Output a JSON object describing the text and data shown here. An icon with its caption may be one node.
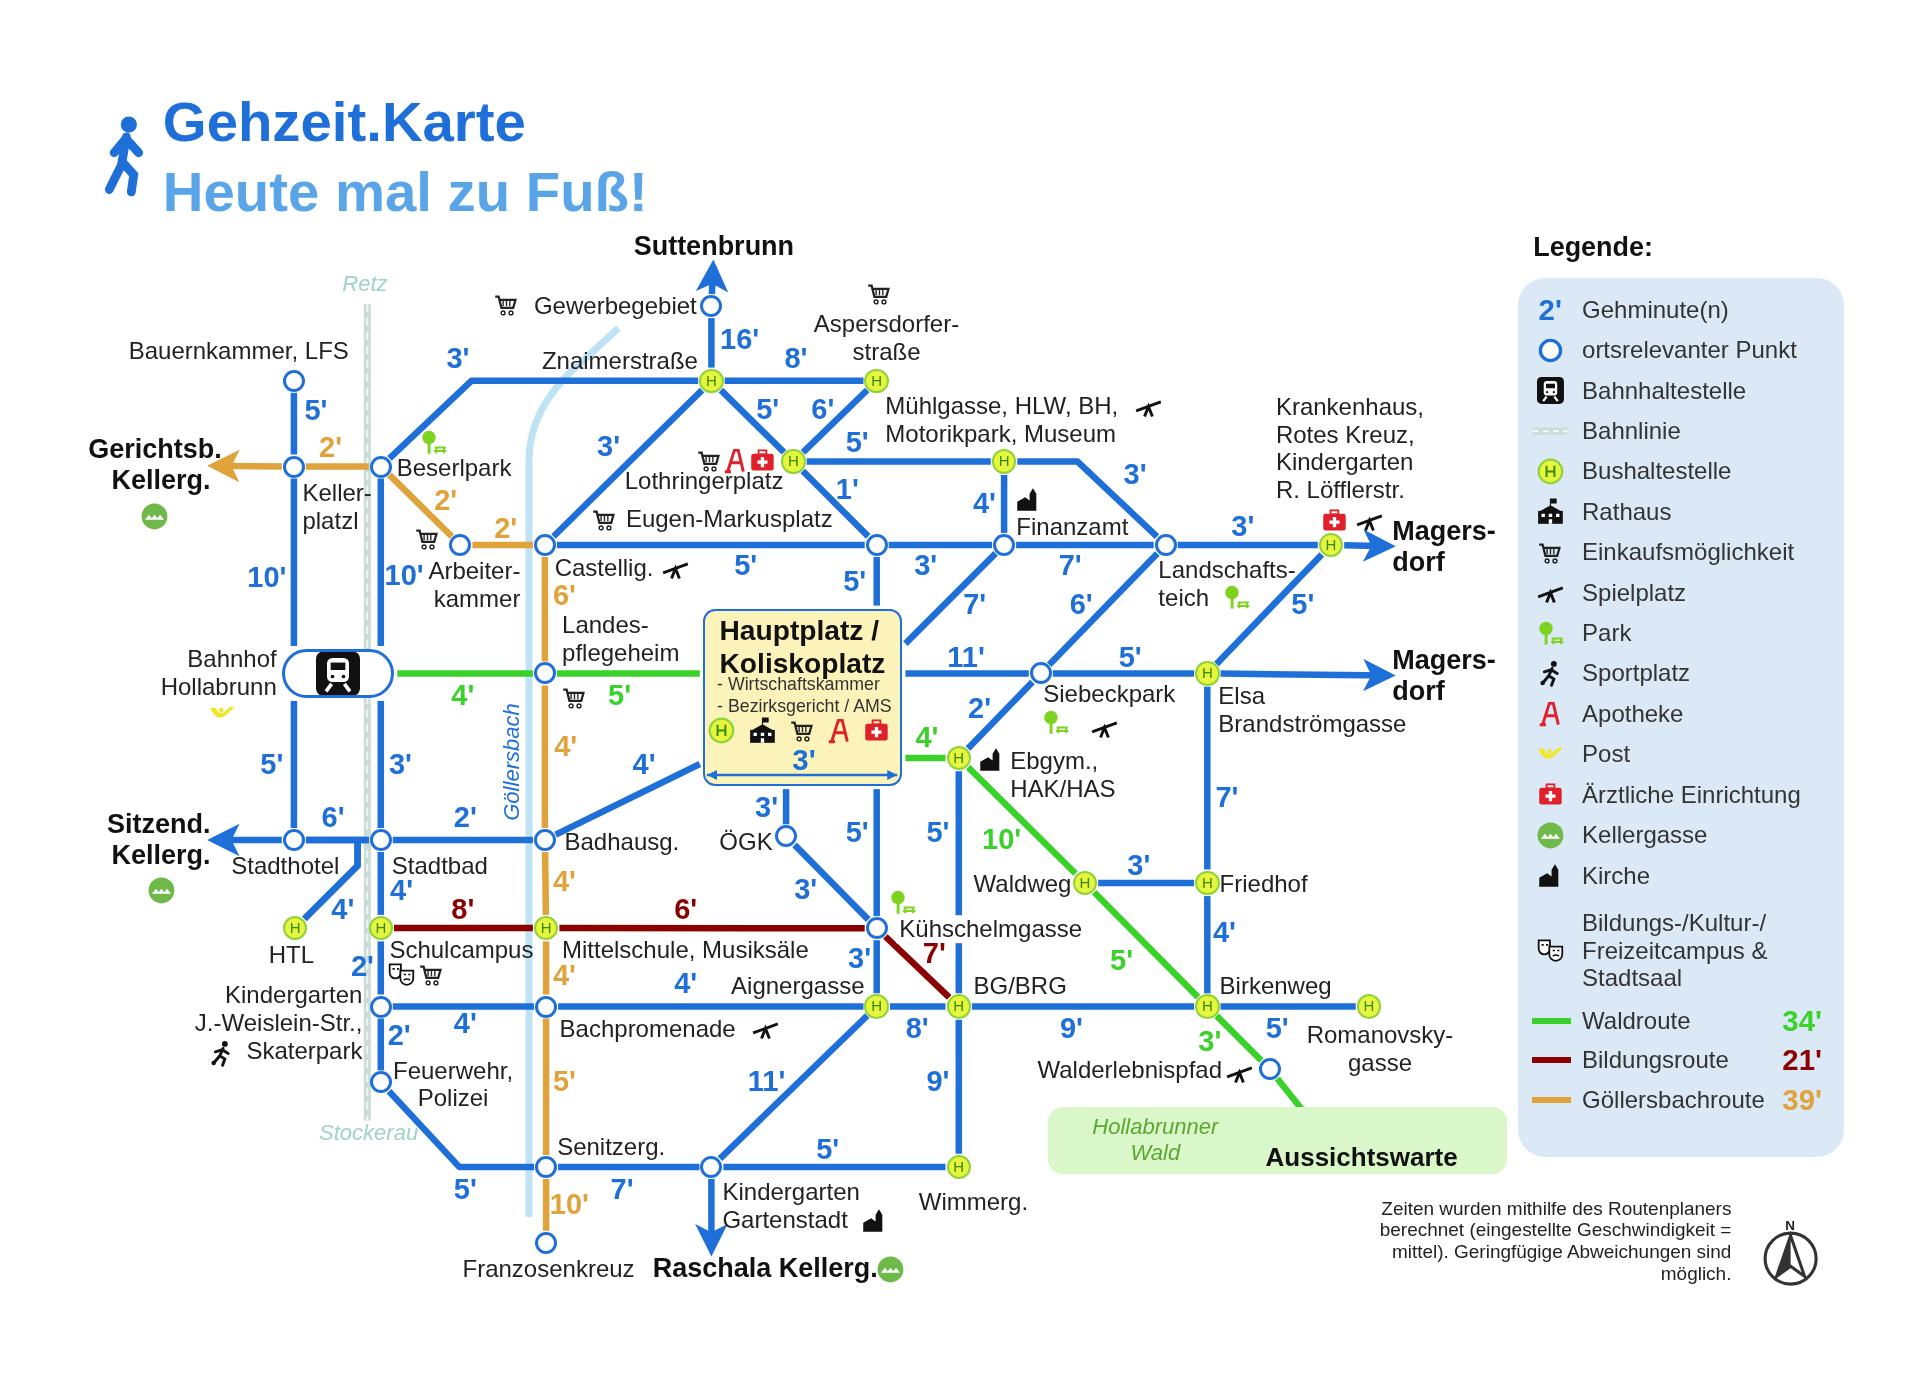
{
  "diagram": {
    "title": "Gehzeit.Karte",
    "nodes": [
      {
        "text": [
          "Suttenbrunn"
        ]
      },
      {
        "text": [],
        "shape": "circle",
        "beside": [
          "Gewerbegebiet"
        ]
      },
      {
        "text": [
          "H"
        ],
        "beside": [
          "Znaimerstraße"
        ]
      },
      {
        "text": [
          "H"
        ],
        "beside": [
          "Aspersdorfer- straße"
        ]
      },
      {
        "text": [],
        "shape": "circle",
        "beside": [
          "Bauernkammer, LFS"
        ]
      },
      {
        "text": [
          "Gerichtsb. Kellerg."
        ]
      },
      {
        "text": [],
        "shape": "circle",
        "beside": [
          "Keller- platzl"
        ]
      },
      {
        "text": [],
        "shape": "circle",
        "beside": [
          "Beserlpark"
        ]
      },
      {
        "text": [],
        "shape": "circle",
        "beside": [
          "Arbeiter- kammer"
        ]
      },
      {
        "text": [],
        "shape": "circle",
        "beside": [
          "Castellig."
        ]
      },
      {
        "text": [
          "H"
        ],
        "beside": [
          "Lothringerplatz"
        ]
      },
      {
        "text": [
          "H"
        ],
        "beside": [
          "Mühlgasse, HLW, BH, Motorikpark, Museum"
        ]
      },
      {
        "text": [],
        "shape": "circle",
        "beside": [
          "Eugen-Markusplatz"
        ]
      },
      {
        "text": [],
        "shape": "circle",
        "beside": [
          "Finanzamt"
        ]
      },
      {
        "text": [],
        "shape": "circle",
        "beside": [
          "Landschafts- teich"
        ]
      },
      {
        "text": [
          "H"
        ],
        "beside": [
          "Krankenhaus, Rotes Kreuz, Kindergarten R. Löfflerstr."
        ]
      },
      {
        "text": [
          "Magers- dorf"
        ]
      },
      {
        "text": [],
        "shape": "box",
        "beside": [
          "Bahnhof Hollabrunn"
        ]
      },
      {
        "text": [],
        "shape": "circle",
        "beside": [
          "Landes- pflegeheim"
        ]
      },
      {
        "text": [
          "Hauptplatz / Koliskoplatz",
          "- Wirtschaftskammer",
          "- Bezirksgericht / AMS",
          "3'"
        ]
      },
      {
        "text": [],
        "shape": "circle",
        "beside": [
          "Siebeckpark"
        ]
      },
      {
        "text": [
          "H"
        ],
        "beside": [
          "Elsa Brandströmgasse"
        ]
      },
      {
        "text": [
          "Magers- dorf"
        ]
      },
      {
        "text": [
          "H"
        ],
        "beside": [
          "Ebgym., HAK/HAS"
        ]
      },
      {
        "text": [],
        "shape": "circle",
        "beside": [
          "Stadthotel"
        ]
      },
      {
        "text": [
          "Sitzend. Kellerg."
        ]
      },
      {
        "text": [],
        "shape": "circle",
        "beside": [
          "Stadtbad"
        ]
      },
      {
        "text": [],
        "shape": "circle",
        "beside": [
          "Badhausg."
        ]
      },
      {
        "text": [],
        "shape": "circle",
        "beside": [
          "ÖGK"
        ]
      },
      {
        "text": [
          "H"
        ],
        "beside": [
          "HTL"
        ]
      },
      {
        "text": [
          "H"
        ],
        "beside": [
          "Schulcampus"
        ]
      },
      {
        "text": [
          "H"
        ],
        "beside": [
          "Mittelschule, Musiksäle"
        ]
      },
      {
        "text": [],
        "shape": "circle",
        "beside": [
          "Kühschelmgasse"
        ]
      },
      {
        "text": [],
        "shape": "circle",
        "beside": [
          "Kindergarten J.-Weislein-Str., Skaterpark"
        ]
      },
      {
        "text": [],
        "shape": "circle",
        "beside": [
          "Bachpromenade"
        ]
      },
      {
        "text": [
          "H"
        ],
        "beside": [
          "Aignergasse"
        ]
      },
      {
        "text": [
          "H"
        ],
        "beside": [
          "BG/BRG"
        ]
      },
      {
        "text": [
          "H"
        ],
        "beside": [
          "Waldweg"
        ]
      },
      {
        "text": [
          "H"
        ],
        "beside": [
          "Friedhof"
        ]
      },
      {
        "text": [
          "H"
        ],
        "beside": [
          "Birkenweg"
        ]
      },
      {
        "text": [
          "H"
        ],
        "beside": [
          "Romanovsky- gasse"
        ]
      },
      {
        "text": [],
        "shape": "circle",
        "beside": [
          "Walderlebnispfad"
        ]
      },
      {
        "text": [],
        "shape": "circle",
        "beside": [
          "Feuerwehr, Polizei"
        ]
      },
      {
        "text": [],
        "shape": "circle",
        "beside": [
          "Senitzerg."
        ]
      },
      {
        "text": [],
        "shape": "circle",
        "beside": [
          "Kindergarten Gartenstadt"
        ]
      },
      {
        "text": [
          "H"
        ],
        "beside": [
          "Wimmerg."
        ]
      },
      {
        "text": [],
        "shape": "circle",
        "beside": [
          "Franzosenkreuz"
        ]
      },
      {
        "text": [
          "Raschala Kellerg."
        ]
      },
      {
        "text": [
          "Hollabrunner Wald"
        ]
      },
      {
        "text": [
          "Aussichtswarte"
        ],
        "in": 48
      }
    ],
    "edges": [
      {
        "from": 2,
        "to": 1,
        "arrow": "none",
        "label": "16'"
      },
      {
        "from": 1,
        "to": 0,
        "arrow": "to"
      },
      {
        "from": 2,
        "to": 3,
        "arrow": "none",
        "label": "8'"
      },
      {
        "from": 2,
        "to": 10,
        "arrow": "none",
        "label": "5'"
      },
      {
        "from": 3,
        "to": 10,
        "arrow": "none",
        "label": "6'"
      },
      {
        "from": 10,
        "to": 11,
        "arrow": "none",
        "label": "5'"
      },
      {
        "from": 10,
        "to": 12,
        "arrow": "none",
        "label": "1'"
      },
      {
        "from": 4,
        "to": 6,
        "arrow": "none",
        "label": "5'"
      },
      {
        "from": 6,
        "to": 5,
        "arrow": "to",
        "color": "#e0a23a"
      },
      {
        "from": 7,
        "to": 6,
        "arrow": "none",
        "label": "2'",
        "color": "#e0a23a"
      },
      {
        "from": 2,
        "to": 7,
        "arrow": "none",
        "label": "3'"
      },
      {
        "from": 7,
        "to": 8,
        "arrow": "none",
        "label": "2'",
        "color": "#e0a23a"
      },
      {
        "from": 8,
        "to": 9,
        "arrow": "none",
        "label": "2'",
        "color": "#e0a23a"
      },
      {
        "from": 2,
        "to": 9,
        "arrow": "none",
        "label": "3'"
      },
      {
        "from": 6,
        "to": 17,
        "arrow": "none",
        "label": "10'"
      },
      {
        "from": 7,
        "to": 17,
        "arrow": "none",
        "label": "10'"
      },
      {
        "from": 9,
        "to": 12,
        "arrow": "none",
        "label": "5'"
      },
      {
        "from": 12,
        "to": 13,
        "arrow": "none",
        "label": "3'"
      },
      {
        "from": 11,
        "to": 13,
        "arrow": "none",
        "label": "4'"
      },
      {
        "from": 11,
        "to": 14,
        "arrow": "none",
        "label": "3'"
      },
      {
        "from": 13,
        "to": 14,
        "arrow": "none",
        "label": "7'"
      },
      {
        "from": 14,
        "to": 15,
        "arrow": "none",
        "label": "3'"
      },
      {
        "from": 15,
        "to": 16,
        "arrow": "to"
      },
      {
        "from": 9,
        "to": 18,
        "arrow": "none",
        "label": "6'",
        "color": "#e0a23a"
      },
      {
        "from": 12,
        "to": 19,
        "arrow": "none",
        "label": "5'"
      },
      {
        "from": 13,
        "to": 19,
        "arrow": "none",
        "label": "7'"
      },
      {
        "from": 14,
        "to": 20,
        "arrow": "none",
        "label": "6'"
      },
      {
        "from": 15,
        "to": 21,
        "arrow": "none",
        "label": "5'"
      },
      {
        "from": 17,
        "to": 18,
        "arrow": "none",
        "label": "4'",
        "color": "#3ad12a"
      },
      {
        "from": 18,
        "to": 19,
        "arrow": "none",
        "label": "5'",
        "color": "#3ad12a"
      },
      {
        "from": 19,
        "to": 20,
        "arrow": "none",
        "label": "11'"
      },
      {
        "from": 20,
        "to": 21,
        "arrow": "none",
        "label": "5'"
      },
      {
        "from": 21,
        "to": 22,
        "arrow": "to"
      },
      {
        "from": 20,
        "to": 23,
        "arrow": "none",
        "label": "2'"
      },
      {
        "from": 19,
        "to": 23,
        "arrow": "none",
        "label": "4'",
        "color": "#3ad12a"
      },
      {
        "from": 17,
        "to": 24,
        "arrow": "none",
        "label": "5'"
      },
      {
        "from": 17,
        "to": 26,
        "arrow": "none",
        "label": "3'"
      },
      {
        "from": 24,
        "to": 25,
        "arrow": "to"
      },
      {
        "from": 24,
        "to": 26,
        "arrow": "none",
        "label": "6'"
      },
      {
        "from": 26,
        "to": 27,
        "arrow": "none",
        "label": "2'"
      },
      {
        "from": 18,
        "to": 27,
        "arrow": "none",
        "label": "4'",
        "color": "#e0a23a"
      },
      {
        "from": 27,
        "to": 19,
        "arrow": "none",
        "label": "4'"
      },
      {
        "from": 19,
        "to": 28,
        "arrow": "none",
        "label": "3'"
      },
      {
        "from": 28,
        "to": 32,
        "arrow": "none",
        "label": "3'"
      },
      {
        "from": 19,
        "to": 32,
        "arrow": "none",
        "label": "5'"
      },
      {
        "from": 23,
        "to": 36,
        "arrow": "none",
        "label": "5'"
      },
      {
        "from": 23,
        "to": 37,
        "arrow": "none",
        "label": "10'",
        "color": "#3ad12a"
      },
      {
        "from": 21,
        "to": 38,
        "arrow": "none",
        "label": "7'"
      },
      {
        "from": 37,
        "to": 38,
        "arrow": "none",
        "label": "3'"
      },
      {
        "from": 38,
        "to": 39,
        "arrow": "none",
        "label": "4'"
      },
      {
        "from": 29,
        "to": 24,
        "arrow": "none",
        "label": "4'"
      },
      {
        "from": 29,
        "to": 26,
        "arrow": "none"
      },
      {
        "from": 26,
        "to": 30,
        "arrow": "none",
        "label": "4'"
      },
      {
        "from": 27,
        "to": 31,
        "arrow": "none",
        "label": "4'",
        "color": "#e0a23a"
      },
      {
        "from": 30,
        "to": 31,
        "arrow": "none",
        "label": "8'",
        "color": "#8b0000"
      },
      {
        "from": 31,
        "to": 32,
        "arrow": "none",
        "label": "6'",
        "color": "#8b0000"
      },
      {
        "from": 32,
        "to": 36,
        "arrow": "none",
        "label": "7'",
        "color": "#8b0000"
      },
      {
        "from": 30,
        "to": 33,
        "arrow": "none",
        "label": "2'"
      },
      {
        "from": 31,
        "to": 34,
        "arrow": "none",
        "label": "4'",
        "color": "#e0a23a"
      },
      {
        "from": 33,
        "to": 34,
        "arrow": "none",
        "label": "4'"
      },
      {
        "from": 34,
        "to": 35,
        "arrow": "none",
        "label": "4'"
      },
      {
        "from": 32,
        "to": 35,
        "arrow": "none",
        "label": "3'"
      },
      {
        "from": 35,
        "to": 36,
        "arrow": "none",
        "label": "8'"
      },
      {
        "from": 36,
        "to": 39,
        "arrow": "none",
        "label": "9'"
      },
      {
        "from": 37,
        "to": 39,
        "arrow": "none",
        "label": "5'",
        "color": "#3ad12a"
      },
      {
        "from": 39,
        "to": 40,
        "arrow": "none",
        "label": "5'"
      },
      {
        "from": 39,
        "to": 41,
        "arrow": "none",
        "label": "3'",
        "color": "#3ad12a"
      },
      {
        "from": 41,
        "to": 49,
        "arrow": "to",
        "color": "#3ad12a"
      },
      {
        "from": 33,
        "to": 42,
        "arrow": "none",
        "label": "2'"
      },
      {
        "from": 42,
        "to": 43,
        "arrow": "none",
        "label": "5'"
      },
      {
        "from": 34,
        "to": 43,
        "arrow": "none",
        "label": "5'",
        "color": "#e0a23a"
      },
      {
        "from": 43,
        "to": 44,
        "arrow": "none",
        "label": "7'"
      },
      {
        "from": 35,
        "to": 44,
        "arrow": "none",
        "label": "11'"
      },
      {
        "from": 44,
        "to": 45,
        "arrow": "none",
        "label": "5'"
      },
      {
        "from": 36,
        "to": 45,
        "arrow": "none",
        "label": "9'"
      },
      {
        "from": 44,
        "to": 47,
        "arrow": "to"
      },
      {
        "from": 43,
        "to": 46,
        "arrow": "none",
        "label": "10'",
        "color": "#e0a23a"
      }
    ],
    "labels": [
      "Heute mal zu Fuß!",
      "Retz",
      "Stockerau",
      "Göllersbach",
      "Legende:",
      "2'",
      "34'",
      "21'",
      "39'",
      "Zeiten wurden mithilfe des Routenplaners berechnet (eingestellte Geschwindigkeit = mittel). Geringfügige Abweichungen sind möglich.",
      "N"
    ],
    "legend": [
      {
        "text": "Gehminute(n)"
      },
      {
        "text": "ortsrelevanter Punkt"
      },
      {
        "text": "Bahnhaltestelle"
      },
      {
        "text": "Bahnlinie"
      },
      {
        "text": "Bushaltestelle"
      },
      {
        "text": "Rathaus"
      },
      {
        "text": "Einkaufsmöglichkeit"
      },
      {
        "text": "Spielplatz"
      },
      {
        "text": "Park"
      },
      {
        "text": "Sportplatz"
      },
      {
        "text": "Apotheke"
      },
      {
        "text": "Post"
      },
      {
        "text": "Ärztliche Einrichtung"
      },
      {
        "text": "Kellergasse"
      },
      {
        "text": "Kirche"
      },
      {
        "text": "Bildungs-/Kultur-/ Freizeitcampus & Stadtsaal"
      },
      {
        "text": "Waldroute",
        "color": "#3ad12a"
      },
      {
        "text": "Bildungsroute",
        "color": "#8b0000"
      },
      {
        "text": "Göllersbachroute",
        "color": "#e0a23a"
      }
    ]
  }
}
